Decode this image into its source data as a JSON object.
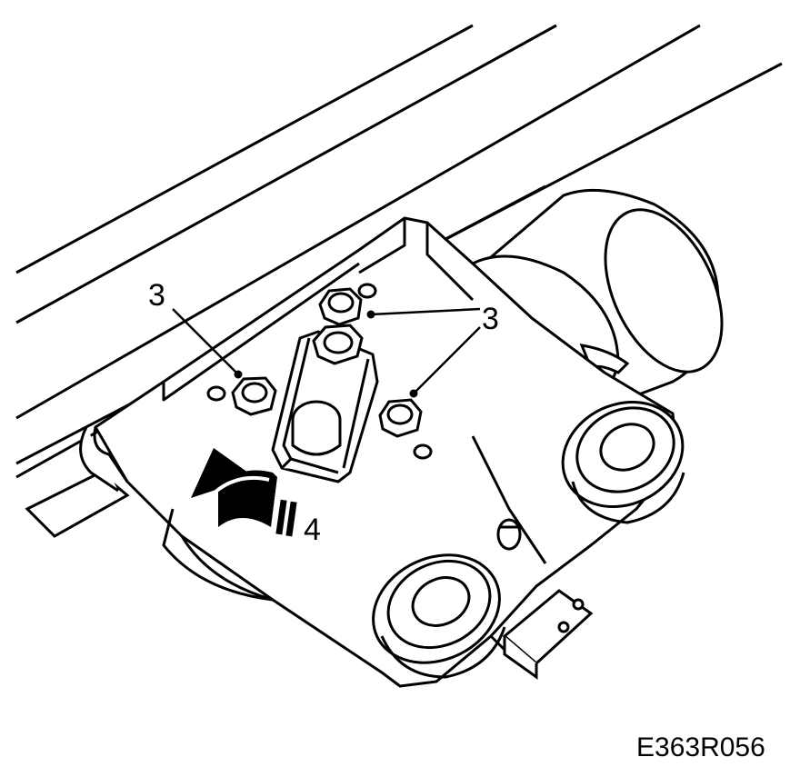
{
  "labels": {
    "callout_3_left": "3",
    "callout_3_right": "3",
    "callout_4": "4"
  },
  "figure_code": "E363R056",
  "colors": {
    "line": "#000000",
    "background": "#ffffff",
    "arrow": "#000000"
  }
}
